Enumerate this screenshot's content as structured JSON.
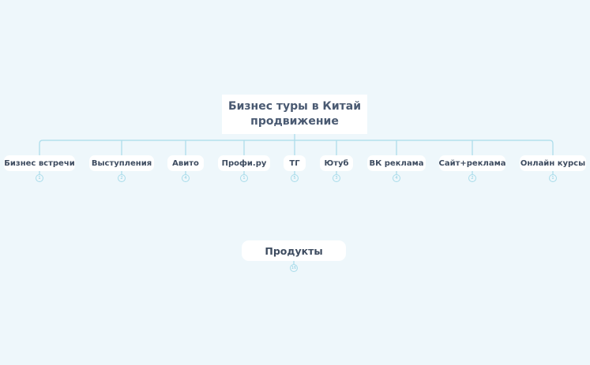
{
  "root": {
    "line1": "Бизнес туры в Китай",
    "line2": "продвижение"
  },
  "branches": [
    {
      "label": "Бизнес встречи",
      "count": "1"
    },
    {
      "label": "Выступления",
      "count": "2"
    },
    {
      "label": "Авито",
      "count": "4"
    },
    {
      "label": "Профи.ру",
      "count": "1"
    },
    {
      "label": "ТГ",
      "count": "5"
    },
    {
      "label": "Ютуб",
      "count": "3"
    },
    {
      "label": "ВК реклама",
      "count": "4"
    },
    {
      "label": "Сайт+реклама",
      "count": "2"
    },
    {
      "label": "Онлайн курсы",
      "count": "1"
    }
  ],
  "floating": {
    "label": "Продукты",
    "count": "16"
  },
  "colors": {
    "background": "#eef7fb",
    "connector": "#a9dcea",
    "text": "#3e4c60"
  }
}
